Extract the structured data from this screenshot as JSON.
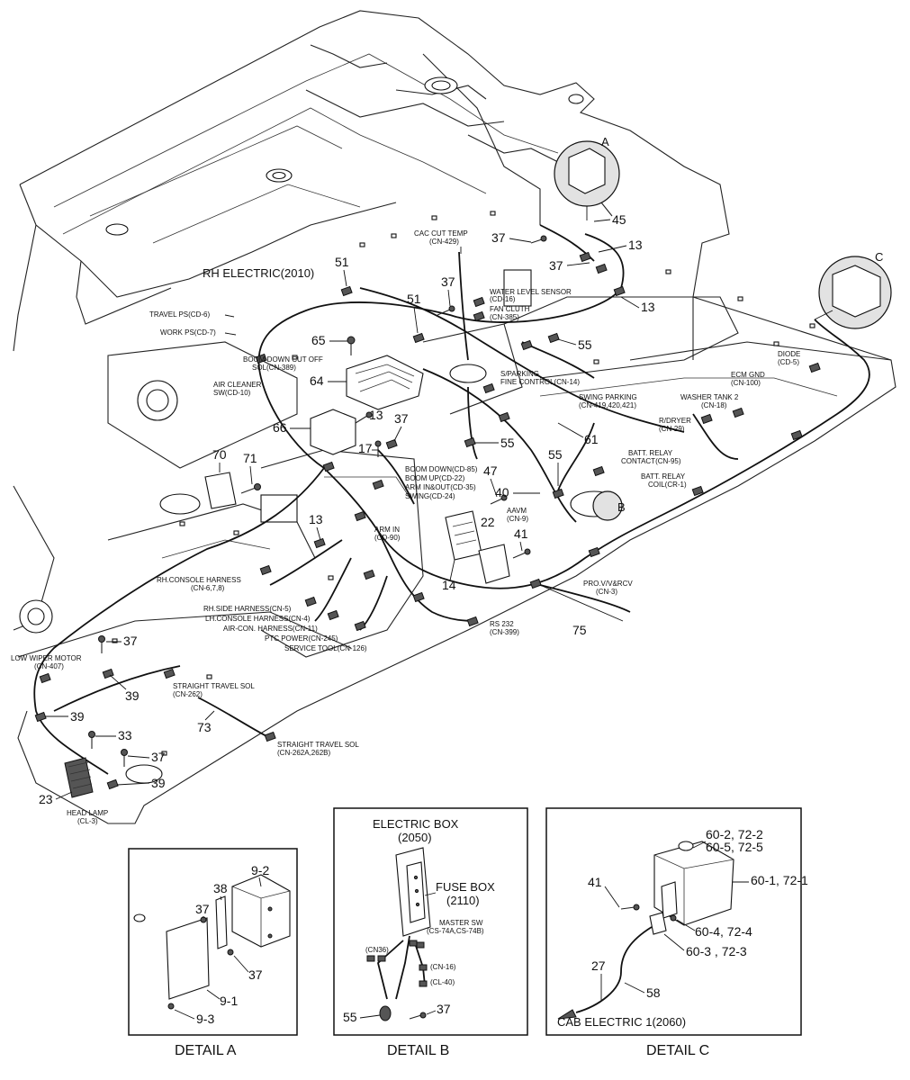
{
  "main": {
    "circle_labels": [
      "A",
      "B",
      "C"
    ],
    "harness_label": "RH ELECTRIC(2010)",
    "callouts": [
      {
        "text": "CAC CUT TEMP",
        "sub": "(CN-429)"
      },
      {
        "text": "WATER LEVEL SENSOR",
        "sub": "(CD-16)"
      },
      {
        "text": "FAN CLUTH",
        "sub": "(CN-385)"
      },
      {
        "text": "TRAVEL PS(CD-6)",
        "sub": ""
      },
      {
        "text": "WORK PS(CD-7)",
        "sub": ""
      },
      {
        "text": "BOOM DOWN CUT OFF",
        "sub": "SOL(CN-389)"
      },
      {
        "text": "AIR CLEANER",
        "sub": "SW(CD-10)"
      },
      {
        "text": "S/PARKING",
        "sub": "FINE CONTROL(CN-14)"
      },
      {
        "text": "SWING PARKING",
        "sub": "(CN-419,420,421)"
      },
      {
        "text": "DIODE",
        "sub": "(CD-5)"
      },
      {
        "text": "ECM GND",
        "sub": "(CN-100)"
      },
      {
        "text": "WASHER TANK 2",
        "sub": "(CN-18)"
      },
      {
        "text": "R/DRYER",
        "sub": "(CN-29)"
      },
      {
        "text": "BATT. RELAY",
        "sub": "CONTACT(CN-95)"
      },
      {
        "text": "BATT. RELAY",
        "sub": "COIL(CR-1)"
      },
      {
        "text": "BOOM DOWN(CD-85)",
        "sub": ""
      },
      {
        "text": "BOOM UP(CD-22)",
        "sub": ""
      },
      {
        "text": "ARM IN&OUT(CD-35)",
        "sub": ""
      },
      {
        "text": "SWING(CD-24)",
        "sub": ""
      },
      {
        "text": "ARM IN",
        "sub": "(CD-90)"
      },
      {
        "text": "AAVM",
        "sub": "(CN-9)"
      },
      {
        "text": "RH.CONSOLE HARNESS",
        "sub": "(CN-6,7,8)"
      },
      {
        "text": "RH.SIDE HARNESS(CN-5)",
        "sub": ""
      },
      {
        "text": "LH.CONSOLE HARNESS(CN-4)",
        "sub": ""
      },
      {
        "text": "AIR-CON. HARNESS(CN-11)",
        "sub": ""
      },
      {
        "text": "PTC POWER(CN-245)",
        "sub": ""
      },
      {
        "text": "SERVICE TOOL(CN-126)",
        "sub": ""
      },
      {
        "text": "RS 232",
        "sub": "(CN-399)"
      },
      {
        "text": "PRO.V/V&RCV",
        "sub": "(CN-3)"
      },
      {
        "text": "LOW WIPER MOTOR",
        "sub": "(CN-407)"
      },
      {
        "text": "STRAIGHT TRAVEL SOL",
        "sub": "(CN-262)"
      },
      {
        "text": "STRAIGHT TRAVEL SOL",
        "sub": "(CN-262A,262B)"
      },
      {
        "text": "HEAD LAMP",
        "sub": "(CL-3)"
      }
    ],
    "part_numbers": [
      "45",
      "37",
      "13",
      "37",
      "13",
      "51",
      "37",
      "51",
      "55",
      "65",
      "64",
      "66",
      "13",
      "37",
      "17",
      "55",
      "61",
      "55",
      "70",
      "71",
      "47",
      "40",
      "22",
      "41",
      "14",
      "13",
      "75",
      "37",
      "39",
      "39",
      "33",
      "37",
      "39",
      "73",
      "23"
    ]
  },
  "detail_a": {
    "caption": "DETAIL A",
    "part_numbers": [
      "9-2",
      "38",
      "37",
      "37",
      "9-1",
      "9-3"
    ]
  },
  "detail_b": {
    "caption": "DETAIL B",
    "electric_box": "ELECTRIC BOX",
    "electric_box_code": "(2050)",
    "fuse_box": "FUSE BOX",
    "fuse_box_code": "(2110)",
    "master_sw": "MASTER SW",
    "master_sw_code": "(CS-74A,CS-74B)",
    "connectors": [
      "(CN36)",
      "(CN-16)",
      "(CL-40)"
    ],
    "part_numbers": [
      "55",
      "37"
    ]
  },
  "detail_c": {
    "caption": "DETAIL C",
    "part_numbers": [
      "60-2, 72-2",
      "60-5, 72-5",
      "60-1, 72-1",
      "41",
      "60-4, 72-4",
      "60-3 , 72-3",
      "27",
      "58"
    ],
    "harness_label": "CAB ELECTRIC 1(2060)"
  }
}
